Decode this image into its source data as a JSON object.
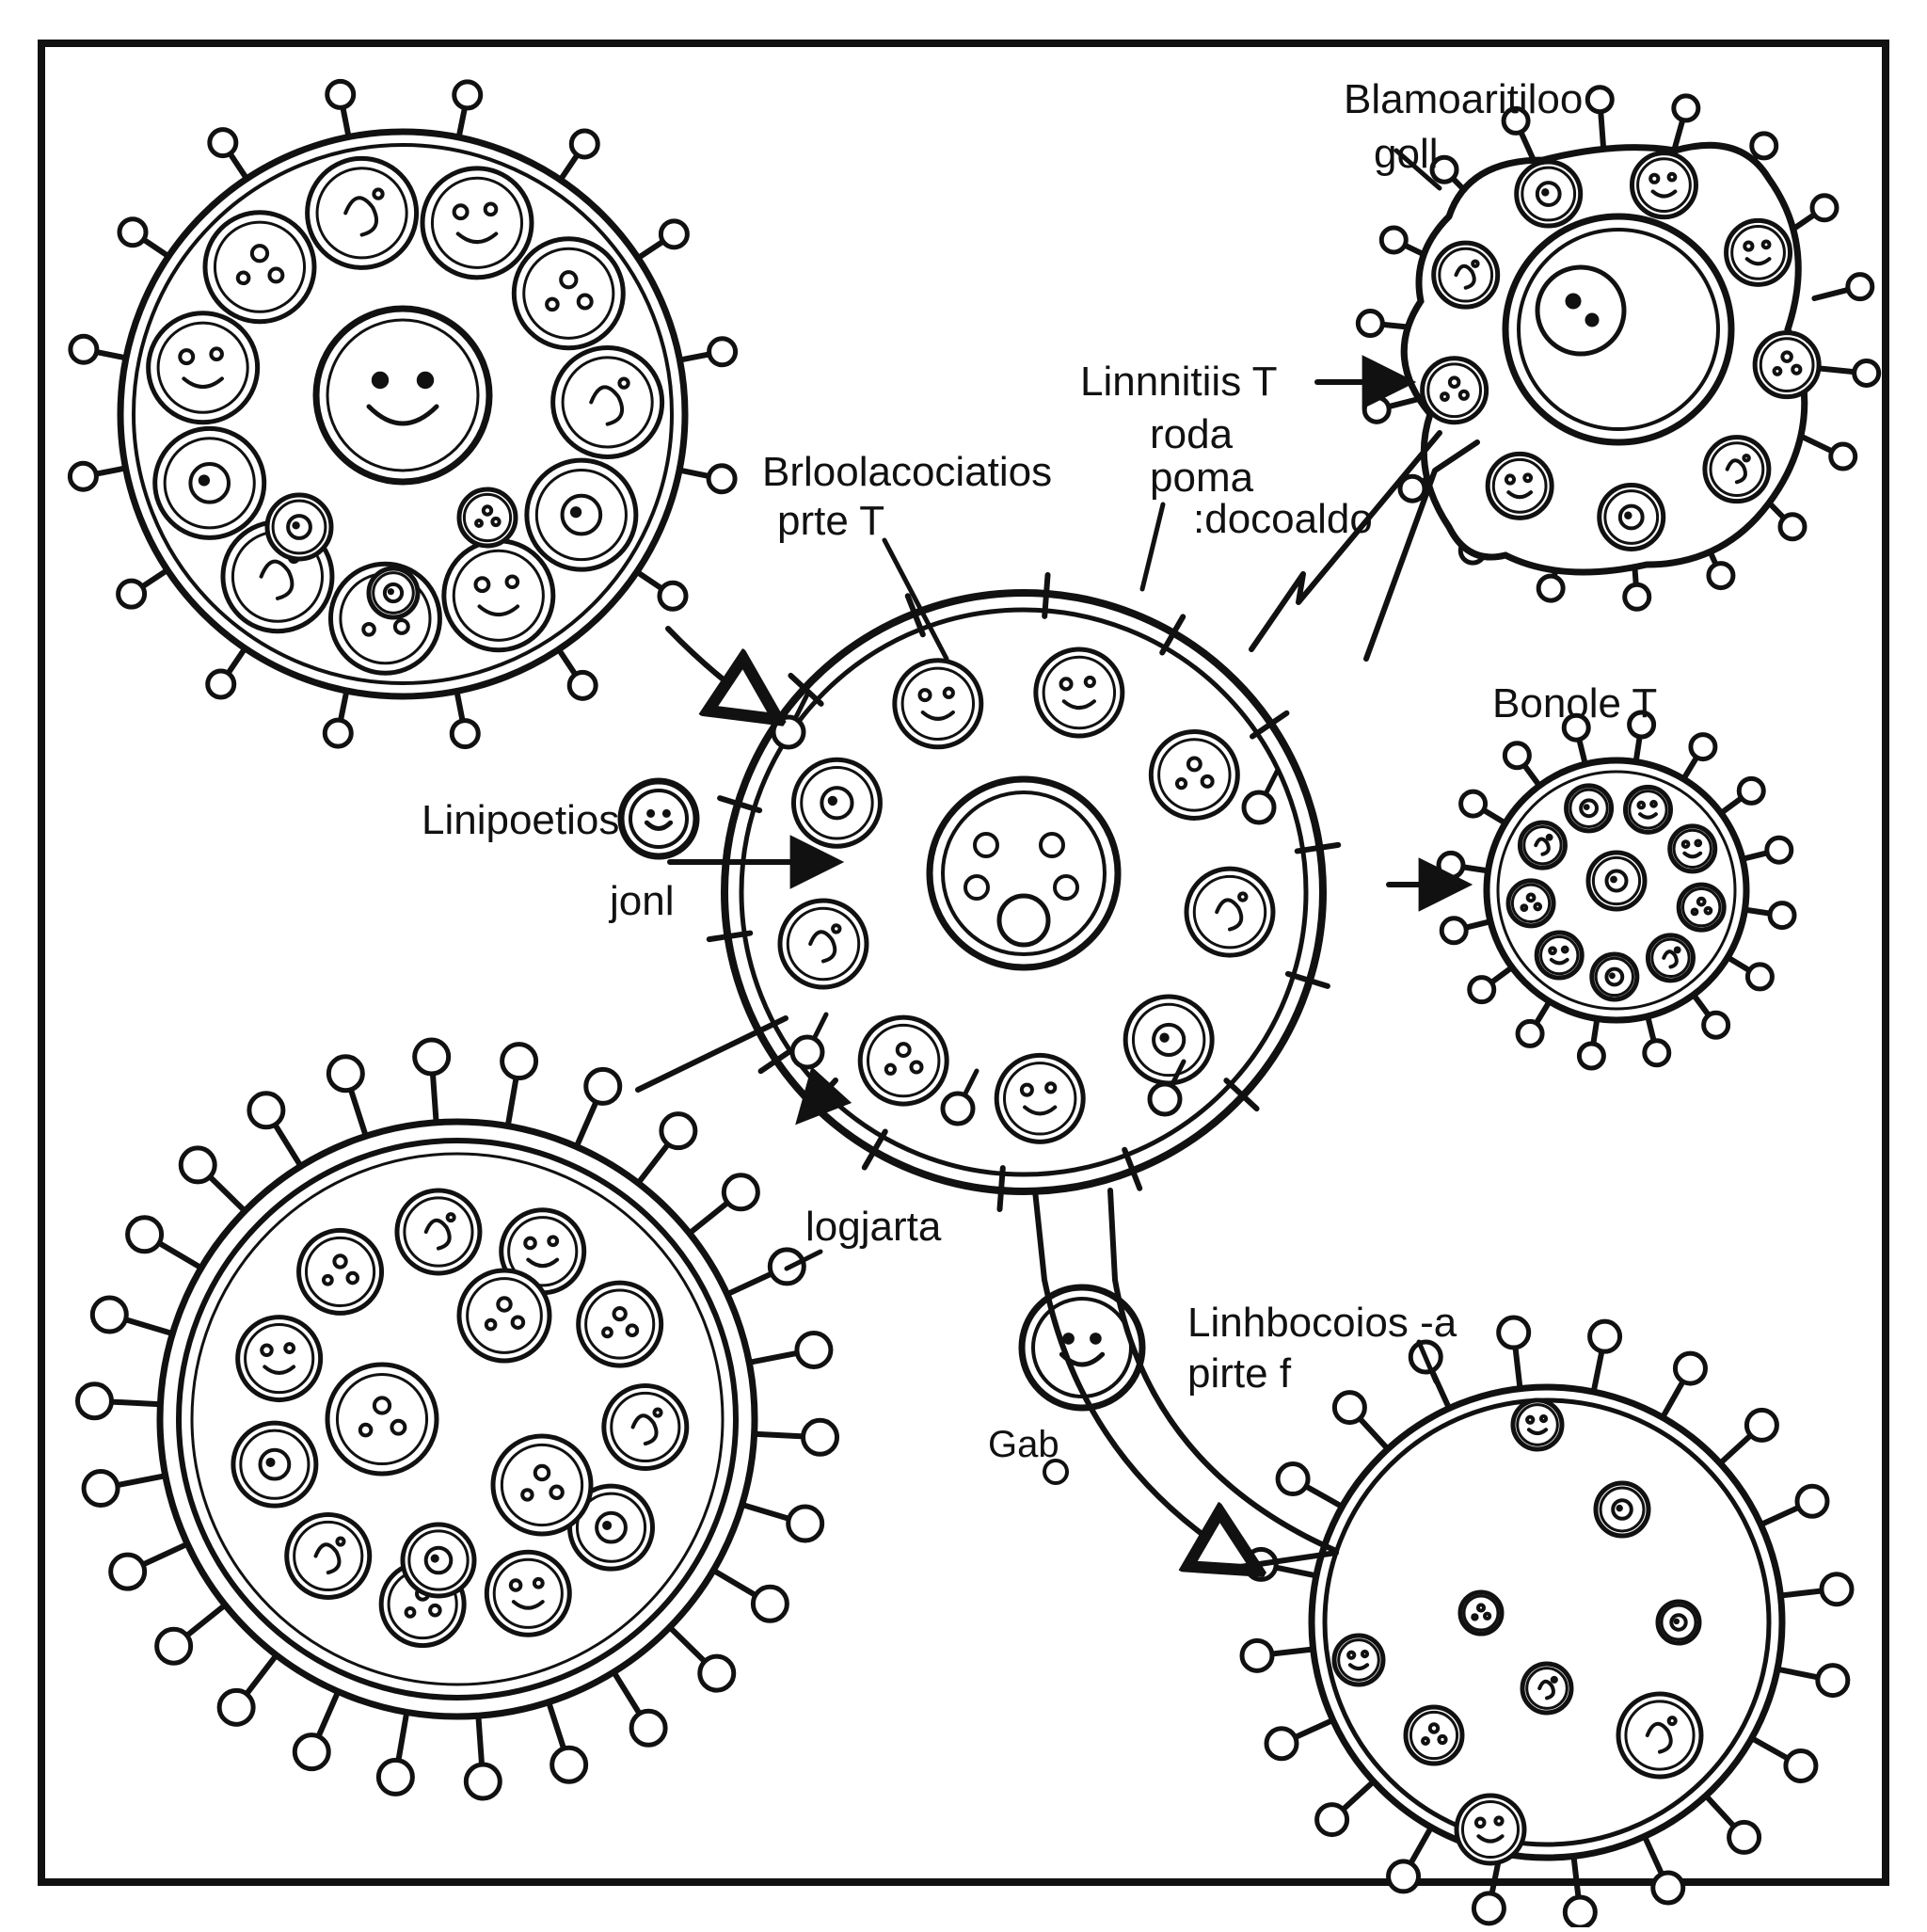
{
  "diagram": {
    "labels": {
      "top_right_cell": [
        "Blamoaritiloo",
        "goll"
      ],
      "arrow_to_top_right": [
        "Linnnitiis T",
        "roda",
        "poma",
        ":docoaldo"
      ],
      "center_cell": [
        "Brloolacociatios",
        "prte T"
      ],
      "left_small_cell": [
        "Linipoetios",
        "jonl"
      ],
      "right_small_cell": [
        "Bonole T"
      ],
      "lower_left_pointer": [
        "logjarta"
      ],
      "bottom_right_cell": [
        "Linhbocoios -a",
        "pirte f"
      ],
      "bottom_small": [
        "Gab"
      ]
    },
    "colors": {
      "ink": "#111111",
      "background": "#ffffff",
      "frame": "#111111"
    }
  }
}
